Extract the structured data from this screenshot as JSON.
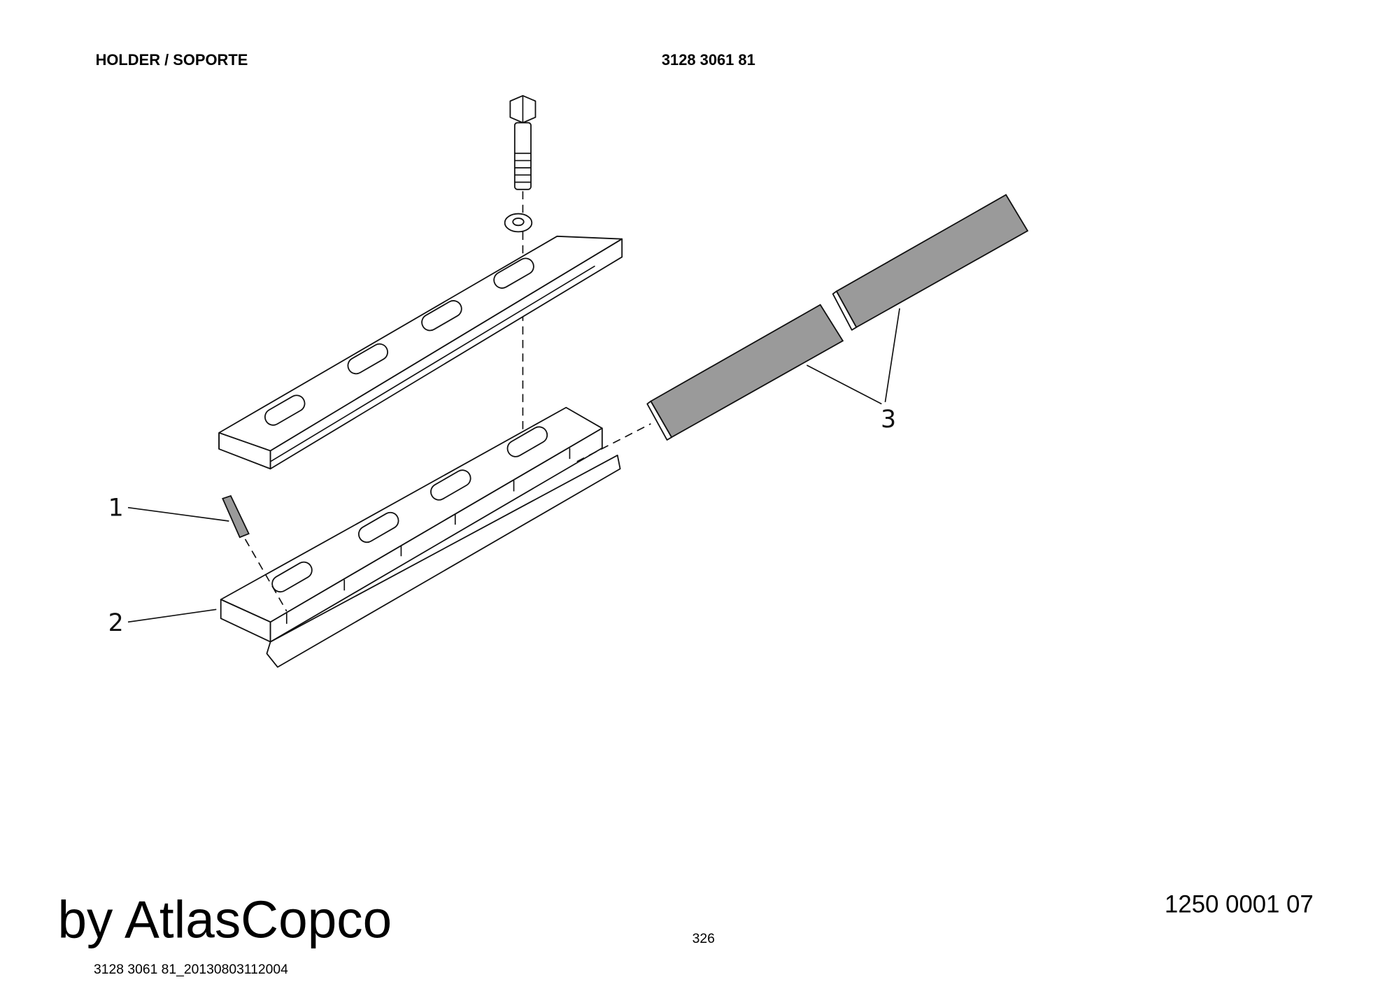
{
  "header": {
    "title": "HOLDER / SOPORTE",
    "part_number": "3128 3061 81"
  },
  "callouts": [
    "1",
    "2",
    "3"
  ],
  "footer": {
    "watermark": "by AtlasCopco",
    "file_ref": "3128 3061 81_20130803112004",
    "page_number": "326",
    "doc_number": "1250 0001 07"
  }
}
